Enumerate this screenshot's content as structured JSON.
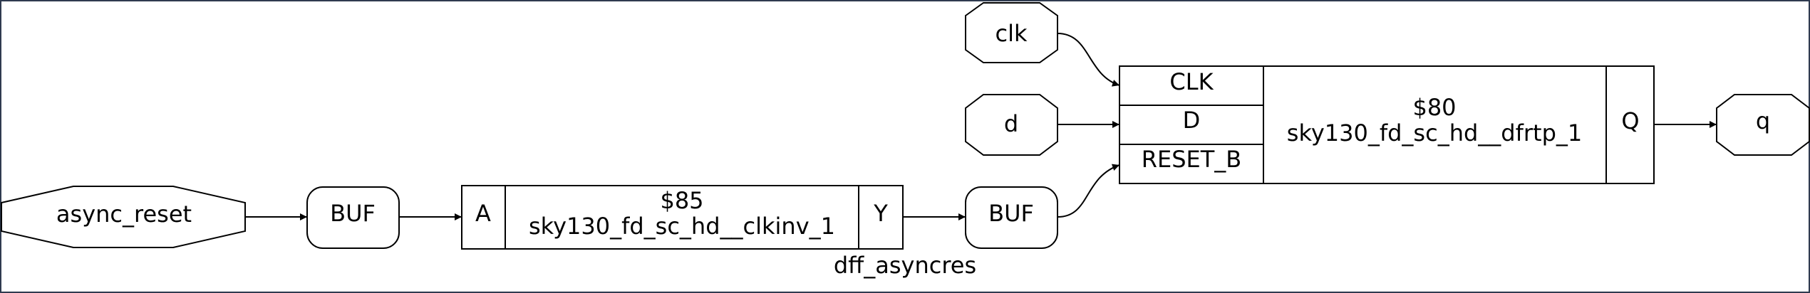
{
  "diagram": {
    "module_name": "dff_asyncres",
    "ports": {
      "clk": "clk",
      "d": "d",
      "async_reset": "async_reset",
      "q": "q"
    },
    "buffers": {
      "buf_reset": "BUF",
      "buf_inv_out": "BUF"
    },
    "cells": {
      "inv": {
        "id": "$85",
        "type": "sky130_fd_sc_hd__clkinv_1",
        "in_pin": "A",
        "out_pin": "Y"
      },
      "dff": {
        "id": "$80",
        "type": "sky130_fd_sc_hd__dfrtp_1",
        "pin_clk": "CLK",
        "pin_d": "D",
        "pin_reset": "RESET_B",
        "out_pin": "Q"
      }
    }
  }
}
